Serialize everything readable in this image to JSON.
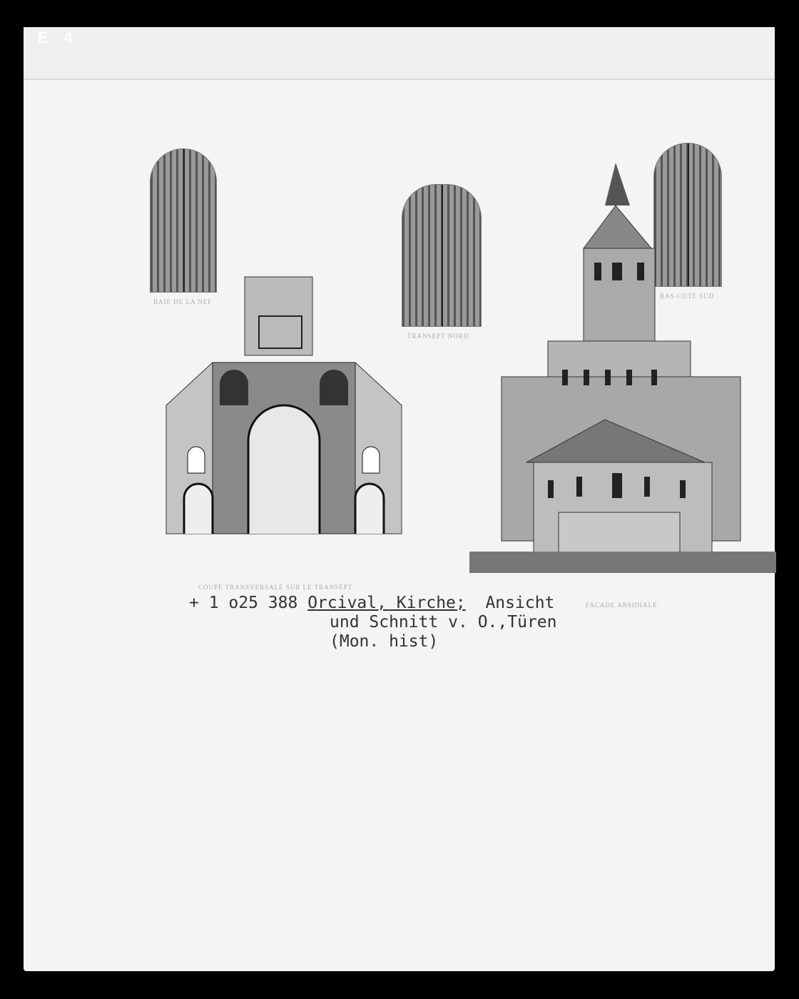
{
  "corner_mark": "E 4",
  "plate_captions": {
    "door_left": "BAIE DE LA NEF",
    "door_middle": "TRANSEPT NORD",
    "door_right": "BAS-COTE SUD",
    "section": "COUPE TRANSVERSALE SUR LE TRANSEPT",
    "facade": "FACADE ABSIDIALE"
  },
  "record": {
    "number": "+ 1 o25 388",
    "title": "Orcival, Kirche;",
    "line1_rest": "Ansicht",
    "line2": "und Schnitt v. O.,Türen",
    "line3": "(Mon. hist)"
  }
}
